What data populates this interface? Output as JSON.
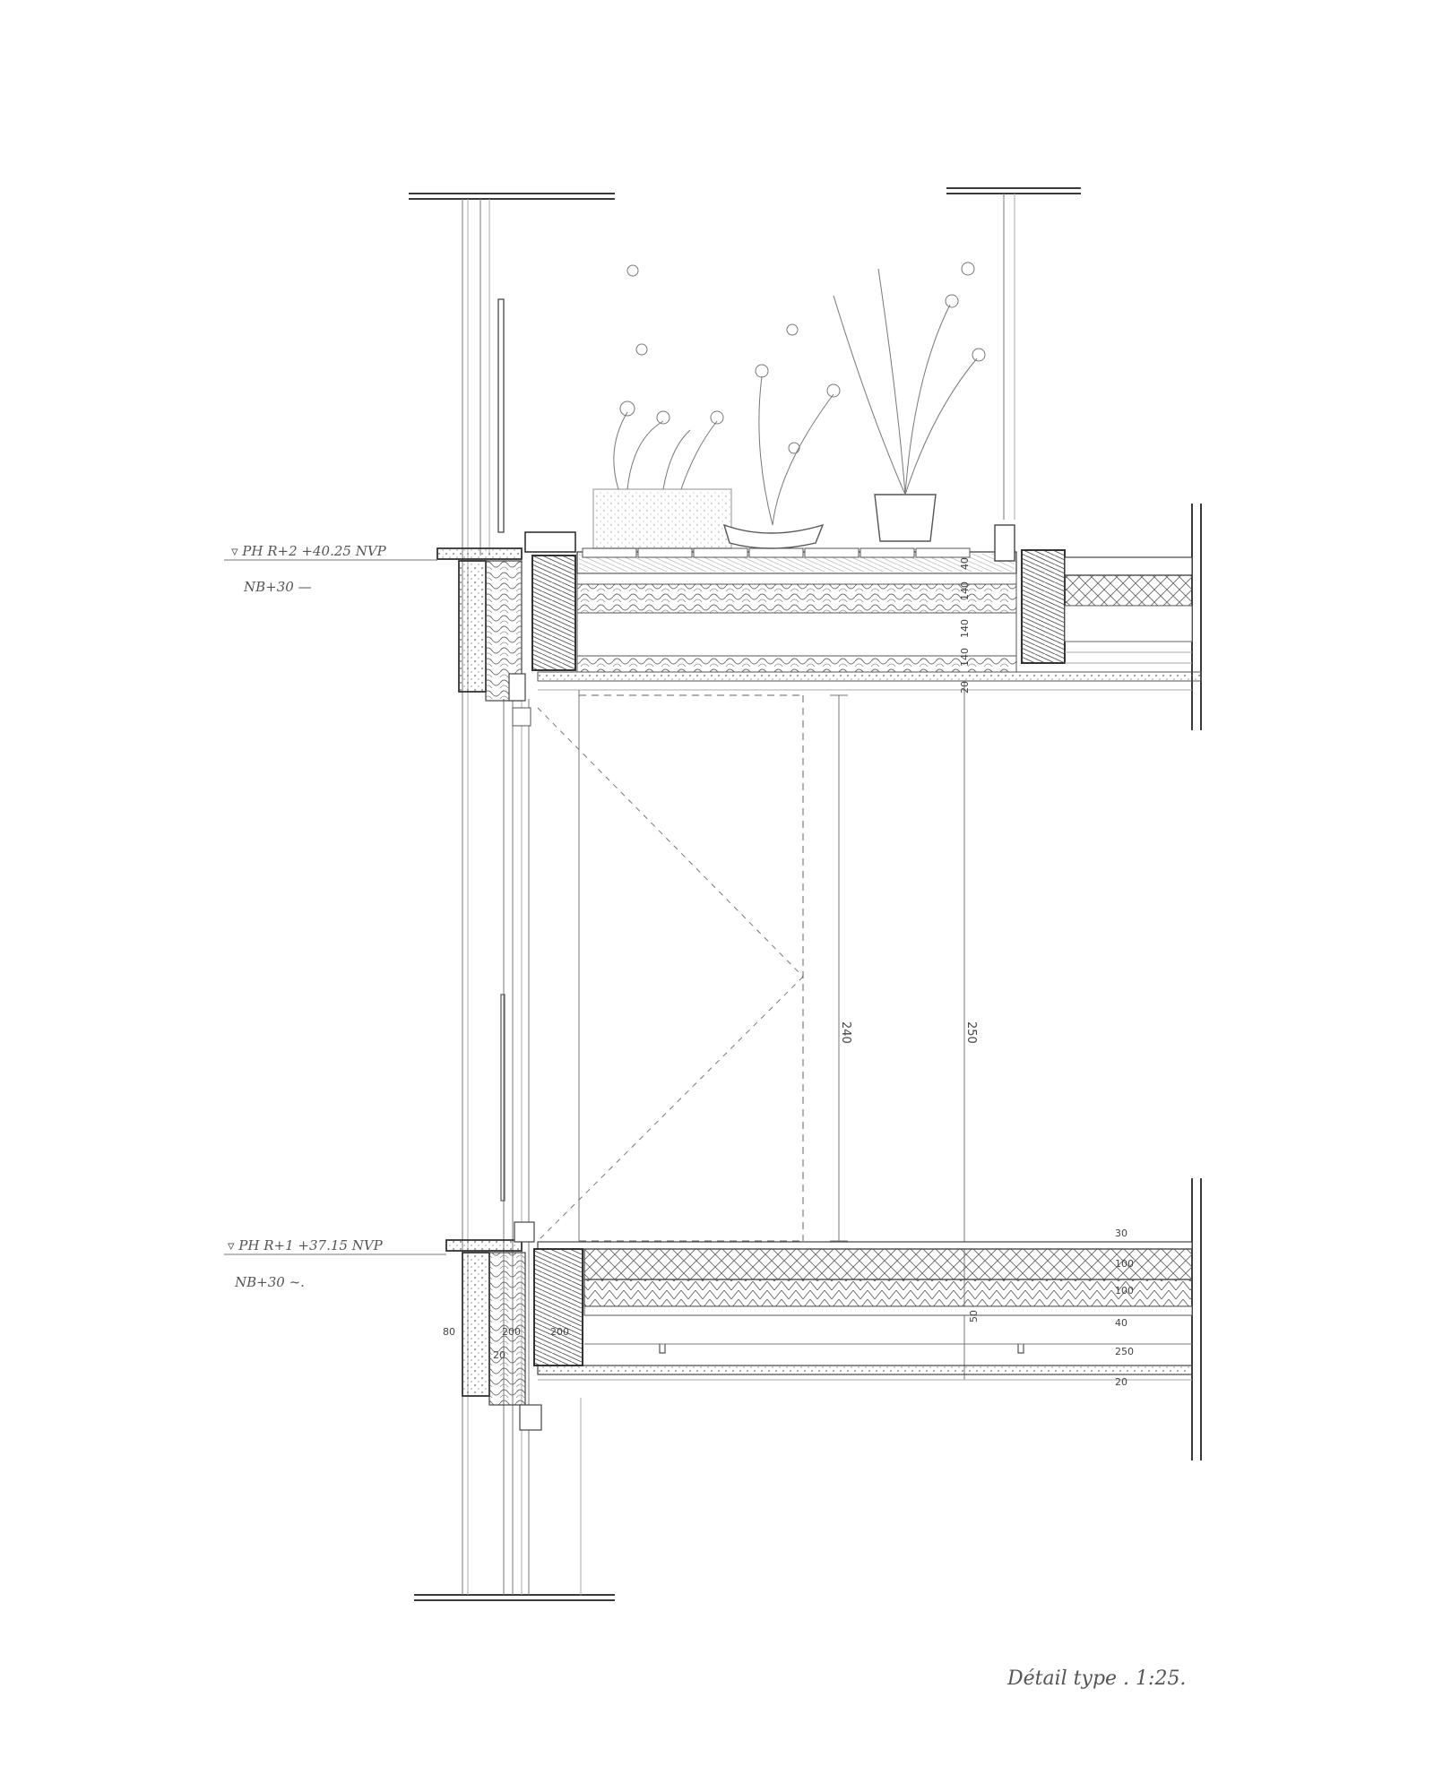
{
  "drawing": {
    "level_upper": {
      "label": "▿ PH R+2  +40.25 NVP",
      "fire": "NB+30 —"
    },
    "level_lower": {
      "label": "▿ PH R+1  +37.15 NVP",
      "fire": "NB+30 ~."
    },
    "dims_upper_slab": [
      "40",
      "140",
      "140",
      "140",
      "20"
    ],
    "dims_lower_slab": [
      "30",
      "100",
      "100",
      "40",
      "250",
      "20"
    ],
    "dims_vertical": [
      "240",
      "250"
    ],
    "dims_wall": [
      "80",
      "200",
      "200",
      "20"
    ],
    "dim_small": "50",
    "caption": "Détail type . 1:25."
  }
}
